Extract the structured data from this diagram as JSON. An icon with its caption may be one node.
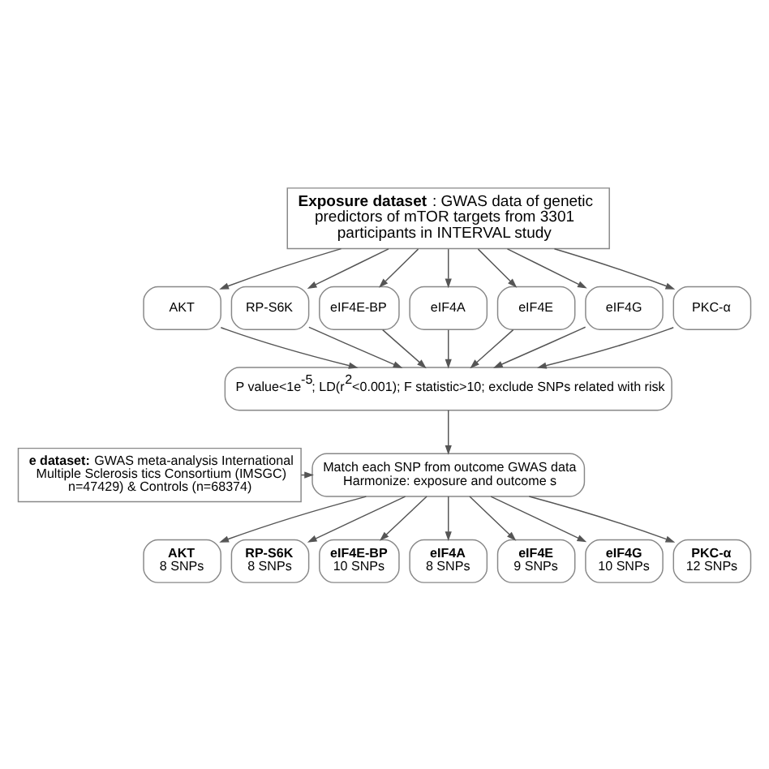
{
  "diagram": {
    "nodes": [
      {
        "text": [
          "**Exposure dataset**: GWAS data of genetic predictors of mTOR targets from 3301 participants in INTERVAL study"
        ]
      },
      {
        "text": [
          "AKT"
        ]
      },
      {
        "text": [
          "RP-S6K"
        ]
      },
      {
        "text": [
          "eIF4E-BP"
        ]
      },
      {
        "text": [
          "eIF4A"
        ]
      },
      {
        "text": [
          "eIF4E"
        ]
      },
      {
        "text": [
          "eIF4G"
        ]
      },
      {
        "text": [
          "PKC-α"
        ]
      },
      {
        "text": [
          "P value<1e$^{-5}$; LD(r$^{2}$<0.001); F statistic>10; exclude SNPs related with risk"
        ]
      },
      {
        "text": [
          "**e dataset:** GWAS meta-analysis International Multiple Sclerosis tics Consortium (IMSGC) n=47429) & Controls (n=68374)"
        ]
      },
      {
        "text": [
          "Match each SNP from outcome GWAS data Harmonize: exposure and outcome s"
        ]
      },
      {
        "text": [
          "AKT",
          "8 SNPs"
        ]
      },
      {
        "text": [
          "RP-S6K",
          "8 SNPs"
        ]
      },
      {
        "text": [
          "eIF4E-BP",
          "10 SNPs"
        ]
      },
      {
        "text": [
          "eIF4A",
          "8 SNPs"
        ]
      },
      {
        "text": [
          "eIF4E",
          "9 SNPs"
        ]
      },
      {
        "text": [
          "eIF4G",
          "10 SNPs"
        ]
      },
      {
        "text": [
          "PKC-α",
          "12 SNPs"
        ]
      }
    ],
    "edges": [
      {
        "from": 0,
        "to": 1,
        "arrow": "to"
      },
      {
        "from": 0,
        "to": 2,
        "arrow": "to"
      },
      {
        "from": 0,
        "to": 3,
        "arrow": "to"
      },
      {
        "from": 0,
        "to": 4,
        "arrow": "to"
      },
      {
        "from": 0,
        "to": 5,
        "arrow": "to"
      },
      {
        "from": 0,
        "to": 6,
        "arrow": "to"
      },
      {
        "from": 0,
        "to": 7,
        "arrow": "to"
      },
      {
        "from": 1,
        "to": 8,
        "arrow": "to"
      },
      {
        "from": 2,
        "to": 8,
        "arrow": "to"
      },
      {
        "from": 3,
        "to": 8,
        "arrow": "to"
      },
      {
        "from": 4,
        "to": 8,
        "arrow": "to"
      },
      {
        "from": 5,
        "to": 8,
        "arrow": "to"
      },
      {
        "from": 6,
        "to": 8,
        "arrow": "to"
      },
      {
        "from": 7,
        "to": 8,
        "arrow": "to"
      },
      {
        "from": 8,
        "to": 10,
        "arrow": "to"
      },
      {
        "from": 9,
        "to": 10,
        "arrow": "to"
      },
      {
        "from": 10,
        "to": 11,
        "arrow": "to"
      },
      {
        "from": 10,
        "to": 12,
        "arrow": "to"
      },
      {
        "from": 10,
        "to": 13,
        "arrow": "to"
      },
      {
        "from": 10,
        "to": 14,
        "arrow": "to"
      },
      {
        "from": 10,
        "to": 15,
        "arrow": "to"
      },
      {
        "from": 10,
        "to": 16,
        "arrow": "to"
      },
      {
        "from": 10,
        "to": 17,
        "arrow": "to"
      }
    ]
  }
}
